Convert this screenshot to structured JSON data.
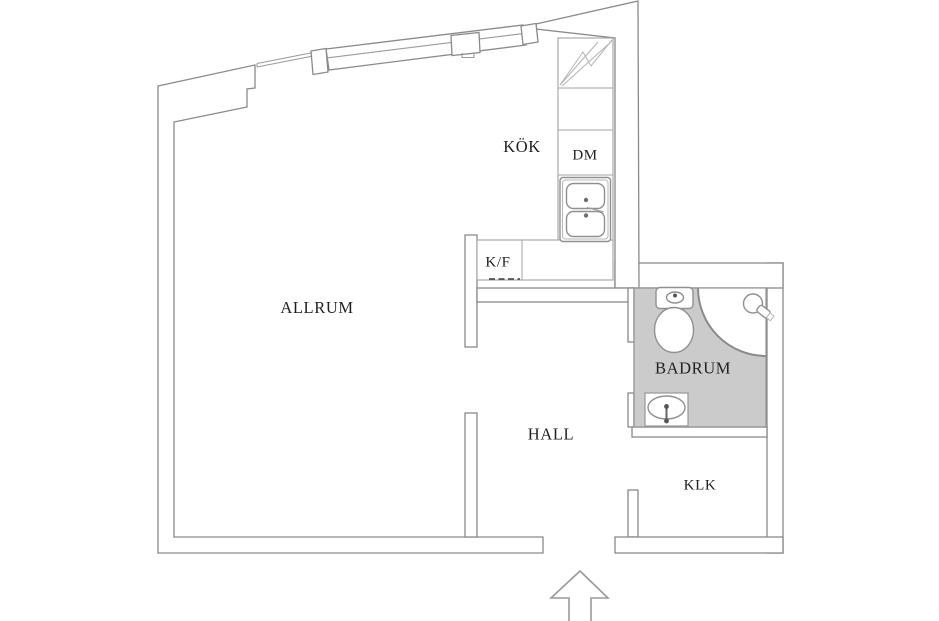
{
  "rooms": {
    "allrum": {
      "label": "ALLRUM"
    },
    "kok": {
      "label": "KÖK"
    },
    "dm": {
      "label": "DM"
    },
    "kf": {
      "label": "K/F"
    },
    "badrum": {
      "label": "BADRUM"
    },
    "hall": {
      "label": "HALL"
    },
    "klk": {
      "label": "KLK"
    }
  },
  "colors": {
    "wall_line": "#8a8a8a",
    "fixture_line": "#909090",
    "counter_line": "#a3a3a3",
    "bathroom_fill": "#cbcbcb",
    "bathroom_border": "#979797",
    "shower_arc": "#8a8a8a",
    "arrow_line": "#9a9a9a",
    "text": "#1f1f1f"
  }
}
